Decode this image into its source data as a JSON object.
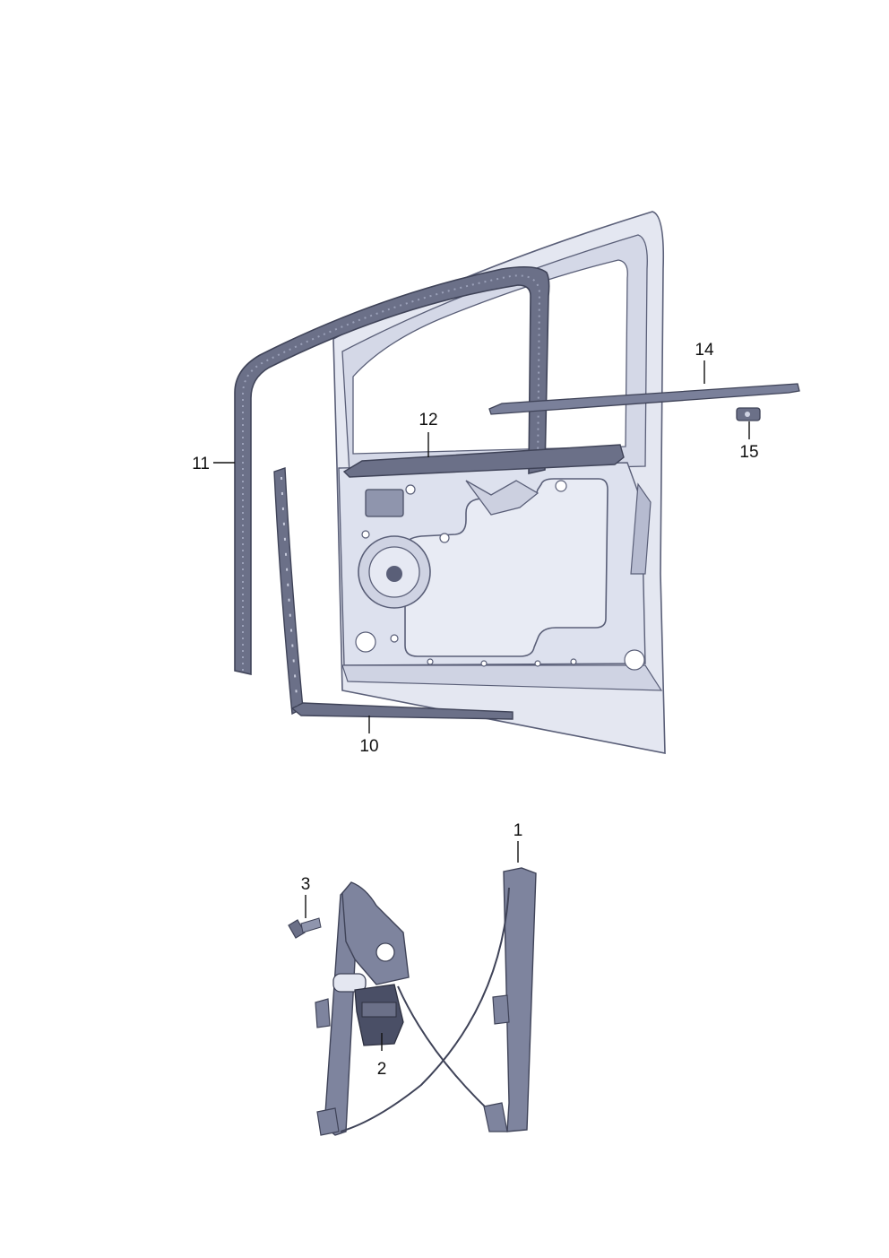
{
  "colors": {
    "panel_fill": "#dfe2ee",
    "panel_shade": "#c8cde0",
    "panel_line": "#5a5f78",
    "seal_fill": "#6b7088",
    "seal_dark": "#3f4358",
    "mechanism_fill": "#7e849e",
    "text": "#111111"
  },
  "callouts": {
    "c1": "1",
    "c2": "2",
    "c3": "3",
    "c10": "10",
    "c11": "11",
    "c12": "12",
    "c14": "14",
    "c15": "15"
  },
  "parts": {
    "door": "door-shell",
    "regulator": "window-regulator"
  }
}
